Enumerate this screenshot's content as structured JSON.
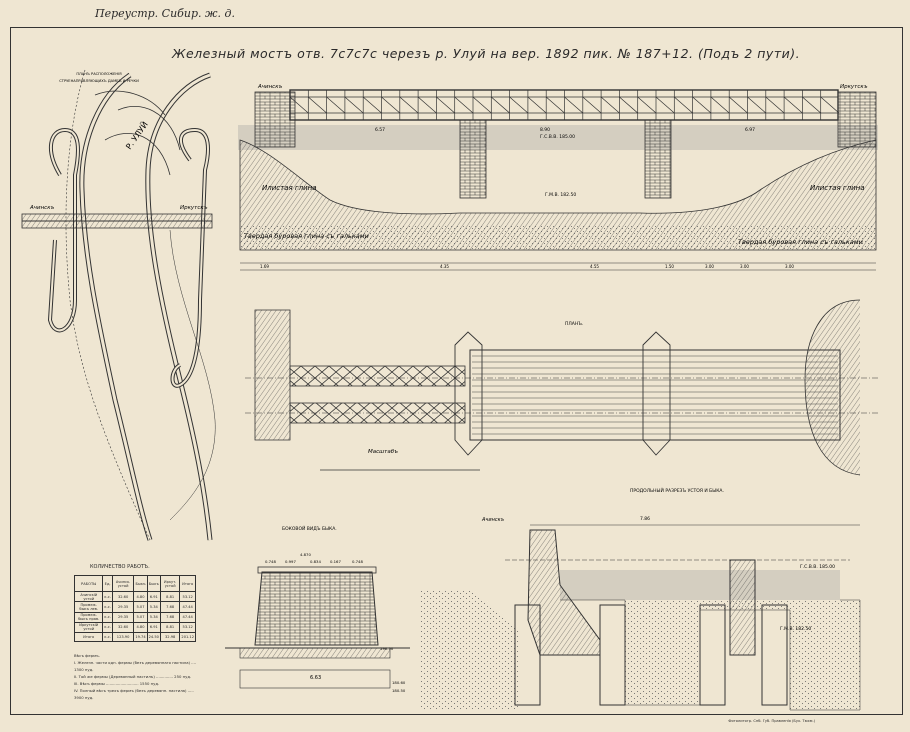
{
  "header": {
    "corner_label": "Переустр. Сибир. ж. д.",
    "title": "Железный мостъ отв. 7с7с7с   черезъ р. Улуй на вер. 1892 пик. № 187+12.   (Подъ 2 пути)."
  },
  "situation_plan": {
    "title_line1": "ПЛАНЪ РАСПОЛОЖЕНІЯ",
    "title_line2": "СТРУЕНАПРАВЛЯЮЩИХЪ ДАМБЪ И РЕЧКИ",
    "river_label": "Р. УЛУЙ",
    "left_label": "Ачинскъ",
    "right_label": "Иркутскъ"
  },
  "elevation": {
    "left_city": "Ачинскъ",
    "right_city": "Иркутскъ",
    "left_span": "6.57",
    "right_span": "6.97",
    "mid_label": "8.90",
    "high_water": "Г.С.В.В. 185.00",
    "low_water": "Г.М.В. 182.50",
    "soil_left": "Илистая глина",
    "soil_right": "Илистая глина",
    "soil_bottom_left": "Твердая буровая глина съ гальками",
    "soil_bottom_right": "Твердая буровая глина съ гальками",
    "chainage": [
      "1.69",
      "4.35",
      "4.55",
      "1.50",
      "3.00",
      "3.00",
      "3.00"
    ]
  },
  "plan": {
    "title": "ПЛАНЪ.",
    "scale_label": "Масштабъ"
  },
  "side_view": {
    "title": "БОКОВОЙ ВИДЪ БЫКА.",
    "dims": [
      "4.870",
      "0.748",
      "0.997",
      "0.834",
      "0.167",
      "0.748"
    ],
    "width": "6.63",
    "marks": [
      "190.50",
      "180.60",
      "180.50"
    ]
  },
  "longitudinal_section": {
    "title": "ПРОДОЛЬНЫЙ РАЗРЕЗЪ УСТОЯ И БЫКА.",
    "left_city": "Ачинскъ",
    "span": "7.86",
    "high_water": "Г.С.В.В. 185.00",
    "low_water": "Г.М.В. 182.50"
  },
  "quantities": {
    "title": "КОЛИЧЕСТВО РАБОТЪ.",
    "header": [
      "РАБОТЫ",
      "Ед.",
      "Ачинск. устой",
      "Быкъ",
      "Быкъ",
      "Иркут. устой",
      "Итого"
    ],
    "rows": [
      [
        "Ачинскій устой",
        "к.с.",
        "32.60",
        "4.80",
        "6.91",
        "8.81",
        "53.12"
      ],
      [
        "Промеж. быкъ лев.",
        "к.с.",
        "29.35",
        "5.07",
        "5.34",
        "7.68",
        "47.44"
      ],
      [
        "Промеж. быкъ прав.",
        "к.с.",
        "29.35",
        "5.07",
        "5.34",
        "7.68",
        "47.44"
      ],
      [
        "Иркутскій устой",
        "к.с.",
        "32.60",
        "4.80",
        "6.91",
        "8.81",
        "53.12"
      ],
      [
        "Итого",
        "к.с.",
        "123.90",
        "19.74",
        "24.50",
        "32.98",
        "201.12"
      ]
    ]
  },
  "notes": {
    "title": "Вѣсъ фермъ.",
    "lines": [
      "I. Железн. части одн. фермы (безъ деревяннаго настила) .... 1300 пуд.",
      "II. Той же фермы (Деревянный настилъ) .............. 250 пуд.",
      "III. Вѣсъ фермы ........................... 1550 пуд.",
      "IV. Полный вѣсъ трехъ фермъ (безъ деревянн. настила) ..... 3900 пуд."
    ]
  },
  "footer": {
    "printer": "Фотолитогр. Спб. Губ. Правленія (Бух. Тюхм.)"
  },
  "colors": {
    "paper": "#efe6d2",
    "ink": "#2b2a2a",
    "water": "#bdbab0"
  }
}
